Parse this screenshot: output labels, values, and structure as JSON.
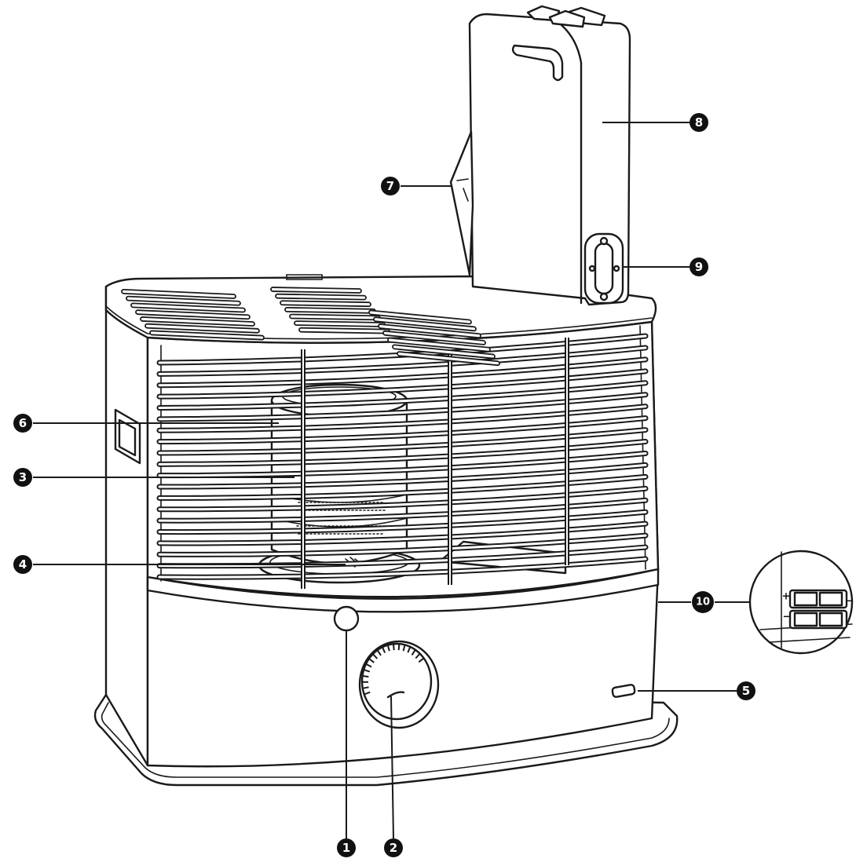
{
  "callouts": [
    {
      "id": "1",
      "label": "1"
    },
    {
      "id": "2",
      "label": "2"
    },
    {
      "id": "3",
      "label": "3"
    },
    {
      "id": "4",
      "label": "4"
    },
    {
      "id": "5",
      "label": "5"
    },
    {
      "id": "6",
      "label": "6"
    },
    {
      "id": "7",
      "label": "7"
    },
    {
      "id": "8",
      "label": "8"
    },
    {
      "id": "9",
      "label": "9"
    },
    {
      "id": "10",
      "label": "10"
    }
  ],
  "battery_inset": {
    "plus_sign": "+",
    "minus_sign": "−"
  },
  "colors": {
    "line": "#1a1a1a",
    "badge": "#111111",
    "background": "#ffffff"
  }
}
